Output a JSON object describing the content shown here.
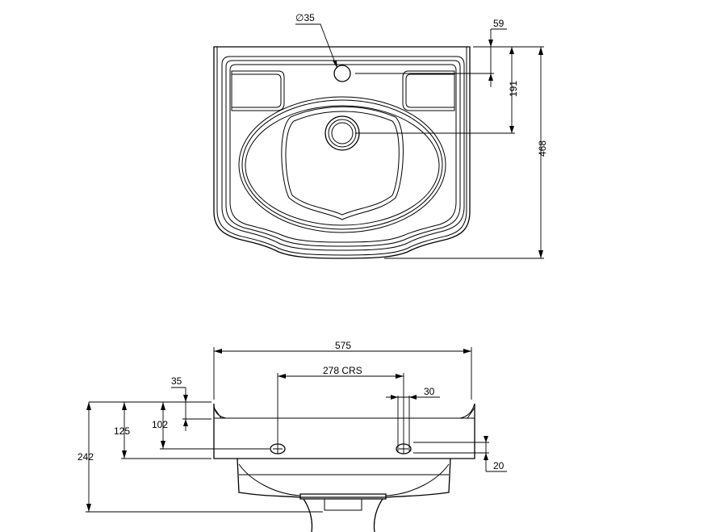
{
  "top_view": {
    "hole_dia_label": "∅35",
    "offset_label": "59",
    "hole_to_waste_label": "191",
    "depth_label": "468"
  },
  "front_view": {
    "width_label": "575",
    "tap_centres_label": "278 CRS",
    "rim_label": "35",
    "hole_spacing_label": "30",
    "tap_height_label": "102",
    "body_height_label": "125",
    "overall_height_label": "242",
    "side_offset_label": "20"
  }
}
